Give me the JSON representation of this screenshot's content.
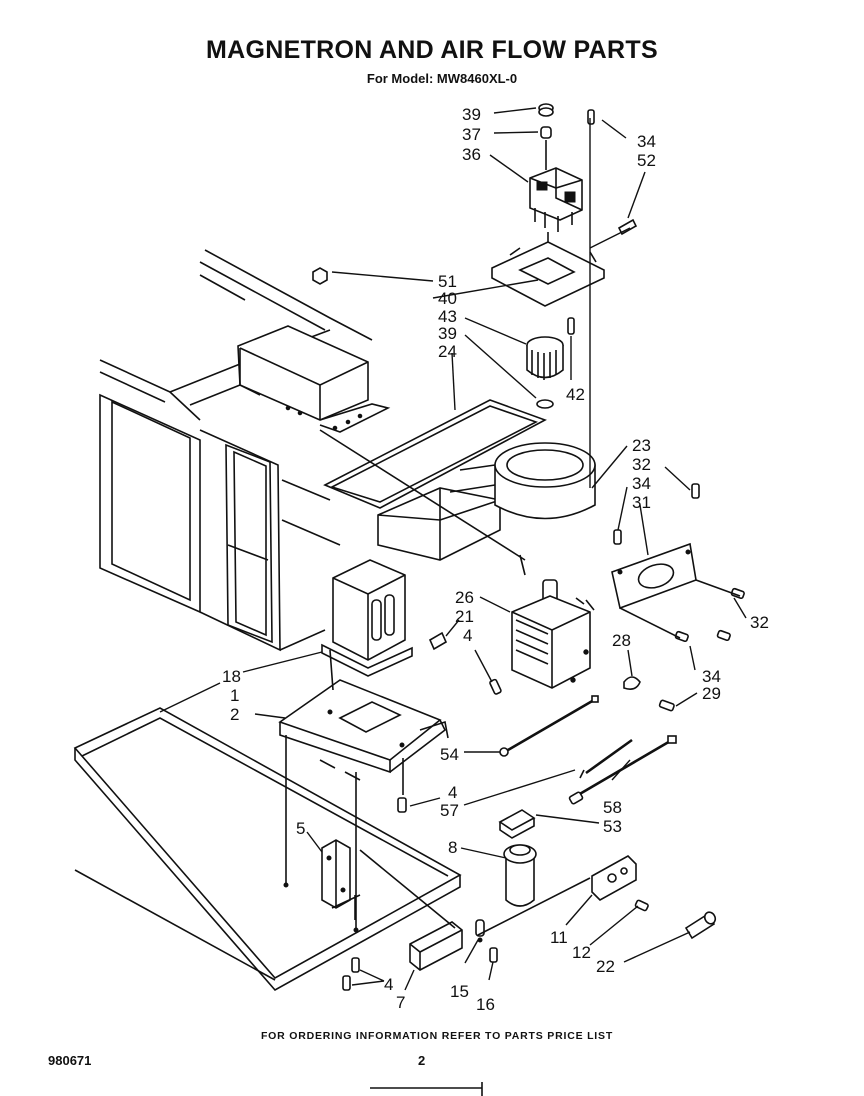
{
  "title": "MAGNETRON AND AIR FLOW PARTS",
  "subtitle": "For Model: MW8460XL-0",
  "footer_note": "FOR ORDERING INFORMATION REFER TO PARTS PRICE LIST",
  "document_number": "980671",
  "page_number": "2",
  "callouts": {
    "c39a": "39",
    "c37": "37",
    "c36": "36",
    "c34a": "34",
    "c52": "52",
    "c51": "51",
    "c40": "40",
    "c43": "43",
    "c39b": "39",
    "c24": "24",
    "c42": "42",
    "c23": "23",
    "c32a": "32",
    "c34b": "34",
    "c31": "31",
    "c26": "26",
    "c21": "21",
    "c4a": "4",
    "c28": "28",
    "c32b": "32",
    "c34c": "34",
    "c29": "29",
    "c18": "18",
    "c1": "1",
    "c2": "2",
    "c54": "54",
    "c4b": "4",
    "c57": "57",
    "c58": "58",
    "c53": "53",
    "c5": "5",
    "c8": "8",
    "c11": "11",
    "c12": "12",
    "c22": "22",
    "c4c": "4",
    "c7": "7",
    "c15": "15",
    "c16": "16"
  }
}
